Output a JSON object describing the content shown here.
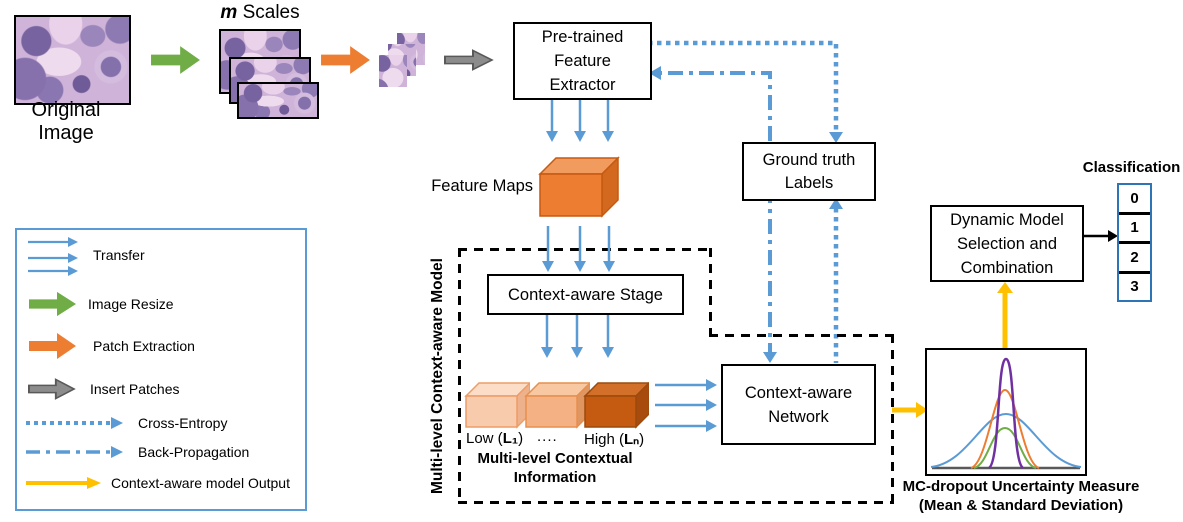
{
  "colors": {
    "arrow_blue": "#5B9BD5",
    "arrow_green": "#70AD47",
    "arrow_orange": "#ED7D31",
    "arrow_gray": "#8C8C8C",
    "arrow_yellow": "#FFC000",
    "cube_light": "#F9CBAD",
    "cube_medium": "#F4B183",
    "cube_dark": "#C55A11",
    "feature_cube": "#ED7D31",
    "table_border_blue": "#2E75B6"
  },
  "flow": {
    "original_image_label": "Original Image",
    "m_scales": {
      "m": "m",
      "scales": " Scales"
    },
    "feature_extractor_lines": [
      "Pre-trained",
      "Feature",
      "Extractor"
    ],
    "feature_maps_label": "Feature Maps",
    "context_aware_stage_label": "Context-aware Stage",
    "multilevel_model_vertical_label": "Multi-level Context-aware Model",
    "level_labels": {
      "low": {
        "pre": "Low (",
        "sym": "L₁",
        "post": ")"
      },
      "dots": "....",
      "high": {
        "pre": "High (",
        "sym": "Lₙ",
        "post": ")"
      }
    },
    "multilevel_info_lines": [
      "Multi-level Contextual",
      "Information"
    ],
    "context_aware_network_lines": [
      "Context-aware",
      "Network"
    ],
    "ground_truth_lines": [
      "Ground truth",
      "Labels"
    ],
    "dynamic_model_lines": [
      "Dynamic Model",
      "Selection and",
      "Combination"
    ],
    "classification": {
      "title": "Classification",
      "classes": [
        "0",
        "1",
        "2",
        "3"
      ]
    },
    "mc_dropout_lines": [
      "MC-dropout Uncertainty Measure",
      "(Mean & Standard Deviation)"
    ]
  },
  "legend": {
    "items": [
      {
        "type": "transfer",
        "label": "Transfer"
      },
      {
        "type": "image-resize",
        "label": "Image Resize"
      },
      {
        "type": "patch-extraction",
        "label": "Patch Extraction"
      },
      {
        "type": "insert-patches",
        "label": "Insert Patches"
      },
      {
        "type": "cross-entropy",
        "label": "Cross-Entropy"
      },
      {
        "type": "back-propagation",
        "label": "Back-Propagation"
      },
      {
        "type": "context-aware-output",
        "label": "Context-aware model Output"
      }
    ]
  },
  "uncertainty_plot": {
    "curve_colors": {
      "tall": "#7030A0",
      "medium": "#ED7D31",
      "wide": "#5B9BD5",
      "small": "#70AD47"
    },
    "baseline_color": "#595959"
  }
}
